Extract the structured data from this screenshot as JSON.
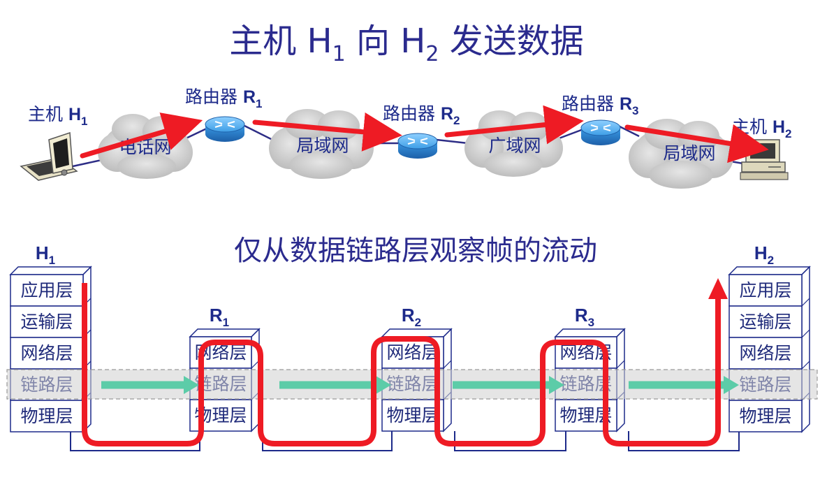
{
  "title": {
    "prefix": "主机 H",
    "h1_sub": "1",
    "middle": " 向 H",
    "h2_sub": "2",
    "suffix": " 发送数据"
  },
  "subtitle": "仅从数据链路层观察帧的流动",
  "top_network": {
    "host1": {
      "label": "主机 ",
      "name": "H",
      "sub": "1"
    },
    "host2": {
      "label": "主机 ",
      "name": "H",
      "sub": "2"
    },
    "routers": [
      {
        "label": "路由器 ",
        "name": "R",
        "sub": "1"
      },
      {
        "label": "路由器 ",
        "name": "R",
        "sub": "2"
      },
      {
        "label": "路由器 ",
        "name": "R",
        "sub": "3"
      }
    ],
    "clouds": [
      "电话网",
      "局域网",
      "广域网",
      "局域网"
    ]
  },
  "stacks": [
    {
      "name": "H",
      "sub": "1",
      "layers": [
        "应用层",
        "运输层",
        "网络层",
        "链路层",
        "物理层"
      ]
    },
    {
      "name": "R",
      "sub": "1",
      "layers": [
        "网络层",
        "链路层",
        "物理层"
      ]
    },
    {
      "name": "R",
      "sub": "2",
      "layers": [
        "网络层",
        "链路层",
        "物理层"
      ]
    },
    {
      "name": "R",
      "sub": "3",
      "layers": [
        "网络层",
        "链路层",
        "物理层"
      ]
    },
    {
      "name": "H",
      "sub": "2",
      "layers": [
        "应用层",
        "运输层",
        "网络层",
        "链路层",
        "物理层"
      ]
    }
  ],
  "colors": {
    "title": "#2b2b8e",
    "path_arrow": "#ee1b24",
    "link_arrow": "#5ccca8",
    "layer_box_border": "#1d2a8a",
    "cloud": "#c9c9c9",
    "router": "#2f8fd8"
  }
}
